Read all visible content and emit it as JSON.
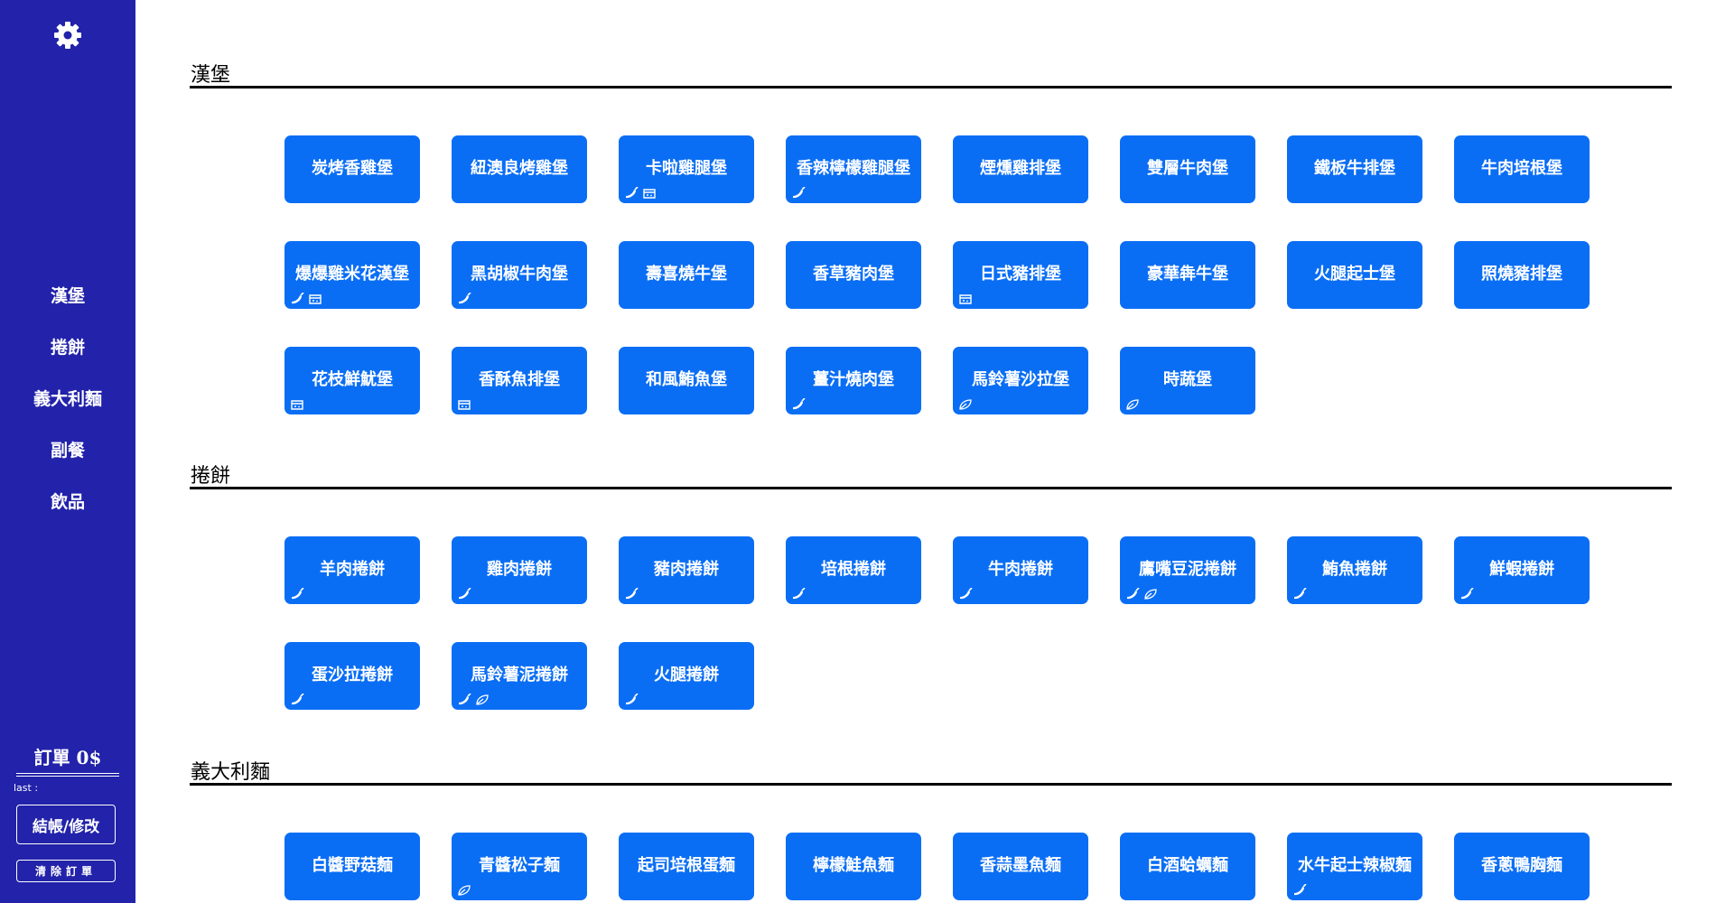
{
  "sidebar": {
    "settings_icon": "gear-icon",
    "nav": [
      "漢堡",
      "捲餅",
      "義大利麵",
      "副餐",
      "飲品"
    ],
    "order_title": "訂單 0$",
    "last_label": "last :",
    "checkout_label": "結帳/修改",
    "clear_label": "清除訂單"
  },
  "icons": {
    "chili": "chili-pepper-icon",
    "cheese": "cheese-icon",
    "veg": "leaf-icon"
  },
  "colors": {
    "sidebar": "#2222aa",
    "item": "#0a6ef5",
    "text_on_item": "#ffffff"
  },
  "sections": [
    {
      "title": "漢堡",
      "items": [
        {
          "name": "炭烤香雞堡",
          "tags": []
        },
        {
          "name": "紐澳良烤雞堡",
          "tags": []
        },
        {
          "name": "卡啦雞腿堡",
          "tags": [
            "chili",
            "cheese"
          ]
        },
        {
          "name": "香辣檸檬雞腿堡",
          "tags": [
            "chili"
          ]
        },
        {
          "name": "煙燻雞排堡",
          "tags": []
        },
        {
          "name": "雙層牛肉堡",
          "tags": []
        },
        {
          "name": "鐵板牛排堡",
          "tags": []
        },
        {
          "name": "牛肉培根堡",
          "tags": []
        },
        {
          "name": "爆爆雞米花漢堡",
          "tags": [
            "chili",
            "cheese"
          ]
        },
        {
          "name": "黑胡椒牛肉堡",
          "tags": [
            "chili"
          ]
        },
        {
          "name": "壽喜燒牛堡",
          "tags": []
        },
        {
          "name": "香草豬肉堡",
          "tags": []
        },
        {
          "name": "日式豬排堡",
          "tags": [
            "cheese"
          ]
        },
        {
          "name": "豪華犇牛堡",
          "tags": []
        },
        {
          "name": "火腿起士堡",
          "tags": []
        },
        {
          "name": "照燒豬排堡",
          "tags": []
        },
        {
          "name": "花枝鮮魷堡",
          "tags": [
            "cheese"
          ]
        },
        {
          "name": "香酥魚排堡",
          "tags": [
            "cheese"
          ]
        },
        {
          "name": "和風鮪魚堡",
          "tags": []
        },
        {
          "name": "薑汁燒肉堡",
          "tags": [
            "chili"
          ]
        },
        {
          "name": "馬鈴薯沙拉堡",
          "tags": [
            "veg"
          ]
        },
        {
          "name": "時蔬堡",
          "tags": [
            "veg"
          ]
        }
      ]
    },
    {
      "title": "捲餅",
      "items": [
        {
          "name": "羊肉捲餅",
          "tags": [
            "chili"
          ]
        },
        {
          "name": "雞肉捲餅",
          "tags": [
            "chili"
          ]
        },
        {
          "name": "豬肉捲餅",
          "tags": [
            "chili"
          ]
        },
        {
          "name": "培根捲餅",
          "tags": [
            "chili"
          ]
        },
        {
          "name": "牛肉捲餅",
          "tags": [
            "chili"
          ]
        },
        {
          "name": "鷹嘴豆泥捲餅",
          "tags": [
            "chili",
            "veg"
          ]
        },
        {
          "name": "鮪魚捲餅",
          "tags": [
            "chili"
          ]
        },
        {
          "name": "鮮蝦捲餅",
          "tags": [
            "chili"
          ]
        },
        {
          "name": "蛋沙拉捲餅",
          "tags": [
            "chili"
          ]
        },
        {
          "name": "馬鈴薯泥捲餅",
          "tags": [
            "chili",
            "veg"
          ]
        },
        {
          "name": "火腿捲餅",
          "tags": [
            "chili"
          ]
        }
      ]
    },
    {
      "title": "義大利麵",
      "items": [
        {
          "name": "白醬野菇麵",
          "tags": []
        },
        {
          "name": "青醬松子麵",
          "tags": [
            "veg"
          ]
        },
        {
          "name": "起司培根蛋麵",
          "tags": []
        },
        {
          "name": "檸檬鮭魚麵",
          "tags": []
        },
        {
          "name": "香蒜墨魚麵",
          "tags": []
        },
        {
          "name": "白酒蛤蠣麵",
          "tags": []
        },
        {
          "name": "水牛起士辣椒麵",
          "tags": [
            "chili"
          ]
        },
        {
          "name": "香蔥鴨胸麵",
          "tags": []
        }
      ]
    }
  ]
}
